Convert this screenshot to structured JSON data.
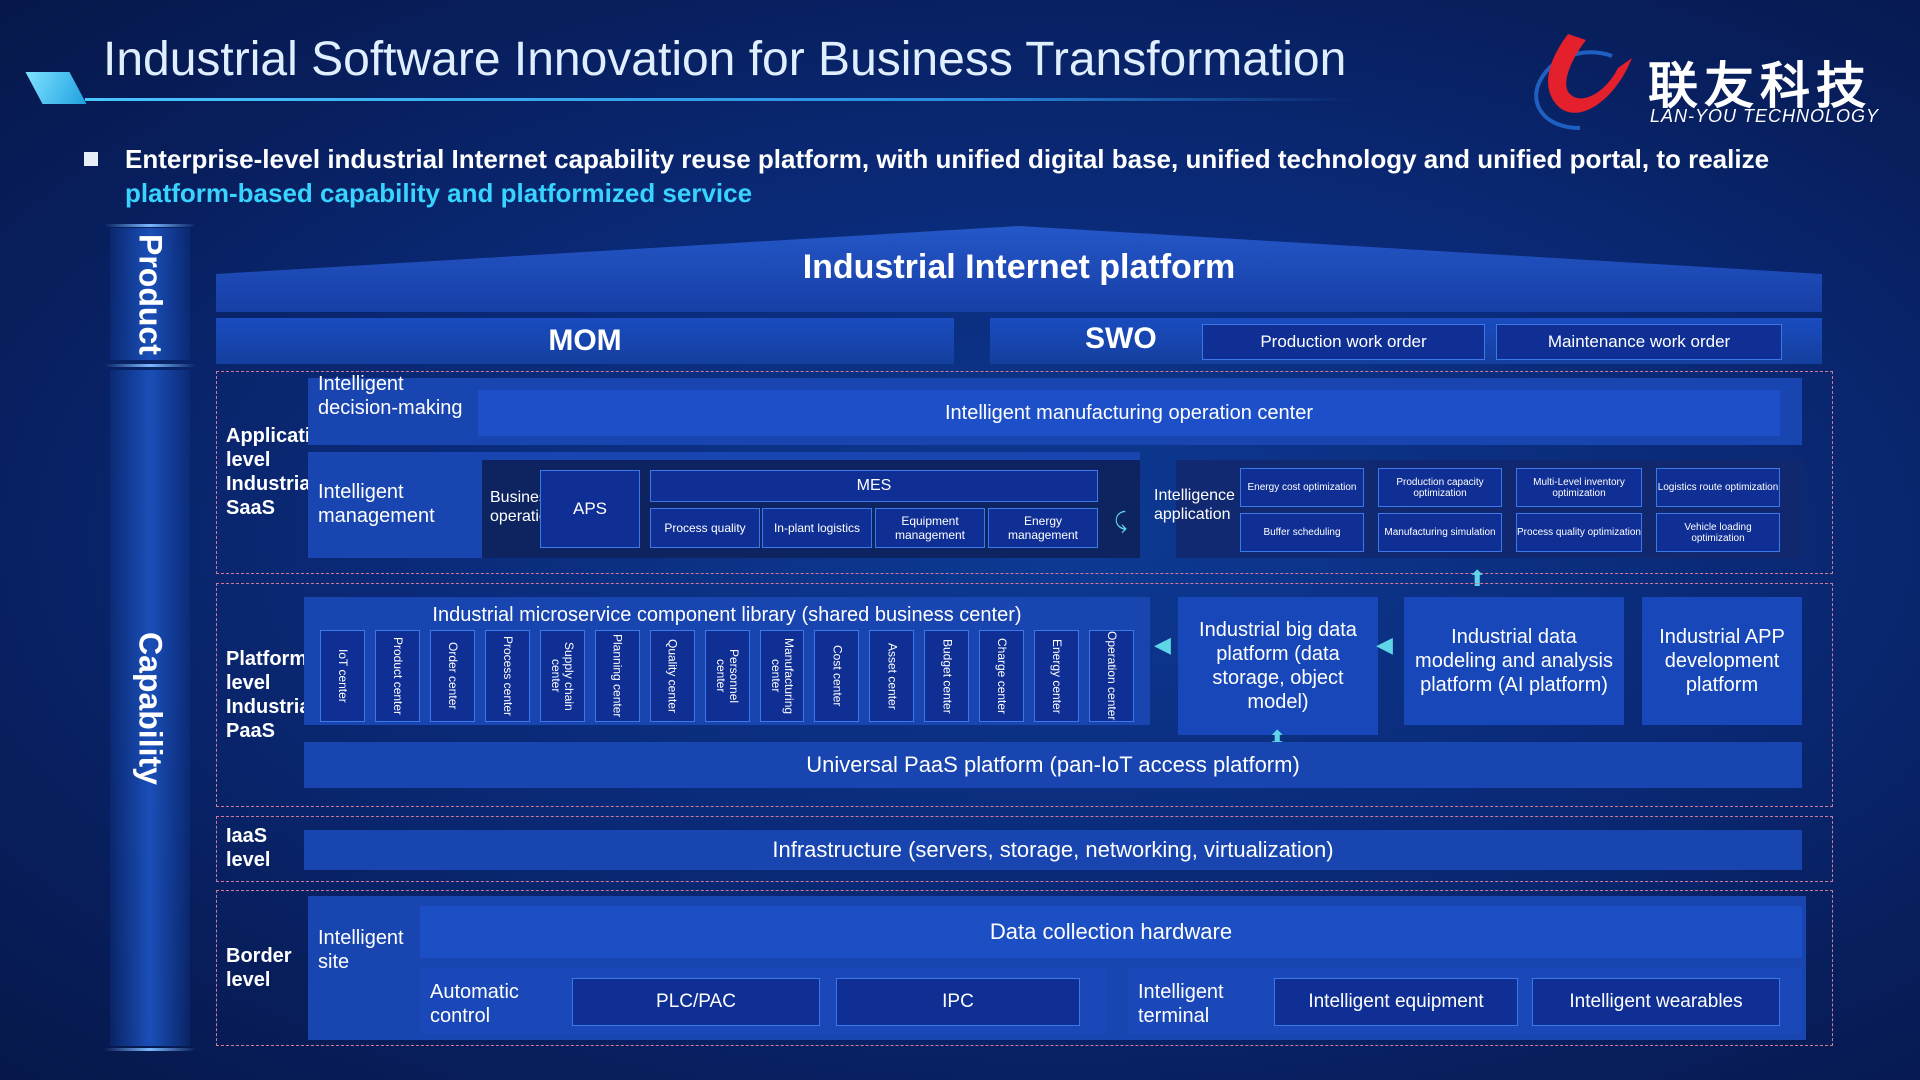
{
  "header": {
    "title": "Industrial Software Innovation for Business Transformation",
    "logo_cn": "联友科技",
    "logo_en": "LAN-YOU TECHNOLOGY"
  },
  "intro": {
    "text": "Enterprise-level industrial Internet capability reuse platform, with unified digital base, unified technology and unified portal, to realize ",
    "highlight": "platform-based capability and platformized service"
  },
  "side": {
    "product": "Product",
    "capability": "Capability"
  },
  "platform": {
    "title": "Industrial Internet platform",
    "mom": "MOM",
    "swo": "SWO",
    "swo_items": [
      "Production work order",
      "Maintenance work order"
    ]
  },
  "app": {
    "label": "Application level Industrial SaaS",
    "decision": "Intelligent decision-making",
    "decision_center": "Intelligent manufacturing operation center",
    "management": "Intelligent management",
    "business_op": "Business operation",
    "aps": "APS",
    "mes": "MES",
    "mes_items": [
      "Process quality",
      "In-plant logistics",
      "Equipment management",
      "Energy management"
    ],
    "intel_app": "Intelligence application",
    "intel_items": [
      "Energy cost optimization",
      "Production capacity optimization",
      "Multi-Level inventory optimization",
      "Logistics route optimization",
      "Buffer scheduling",
      "Manufacturing simulation",
      "Process quality optimization",
      "Vehicle loading optimization"
    ]
  },
  "paas": {
    "label": "Platform level Industrial PaaS",
    "library": "Industrial microservice component library (shared business center)",
    "centers": [
      "IoT center",
      "Product center",
      "Order center",
      "Process center",
      "Supply chain center",
      "Planning center",
      "Quality center",
      "Personnel center",
      "Manufacturing center",
      "Cost center",
      "Asset center",
      "Budget center",
      "Charge center",
      "Energy center",
      "Operation center"
    ],
    "bigdata": "Industrial big data platform (data storage, object model)",
    "modeling": "Industrial data modeling and analysis platform (AI platform)",
    "appdev": "Industrial APP development platform",
    "universal": "Universal PaaS platform (pan-IoT access platform)"
  },
  "iaas": {
    "label": "IaaS level",
    "infra": "Infrastructure (servers, storage, networking, virtualization)"
  },
  "border": {
    "label": "Border level",
    "site": "Intelligent site",
    "collection": "Data collection hardware",
    "auto": "Automatic control",
    "plc": "PLC/PAC",
    "ipc": "IPC",
    "terminal": "Intelligent terminal",
    "equipment": "Intelligent equipment",
    "wearables": "Intelligent wearables"
  }
}
